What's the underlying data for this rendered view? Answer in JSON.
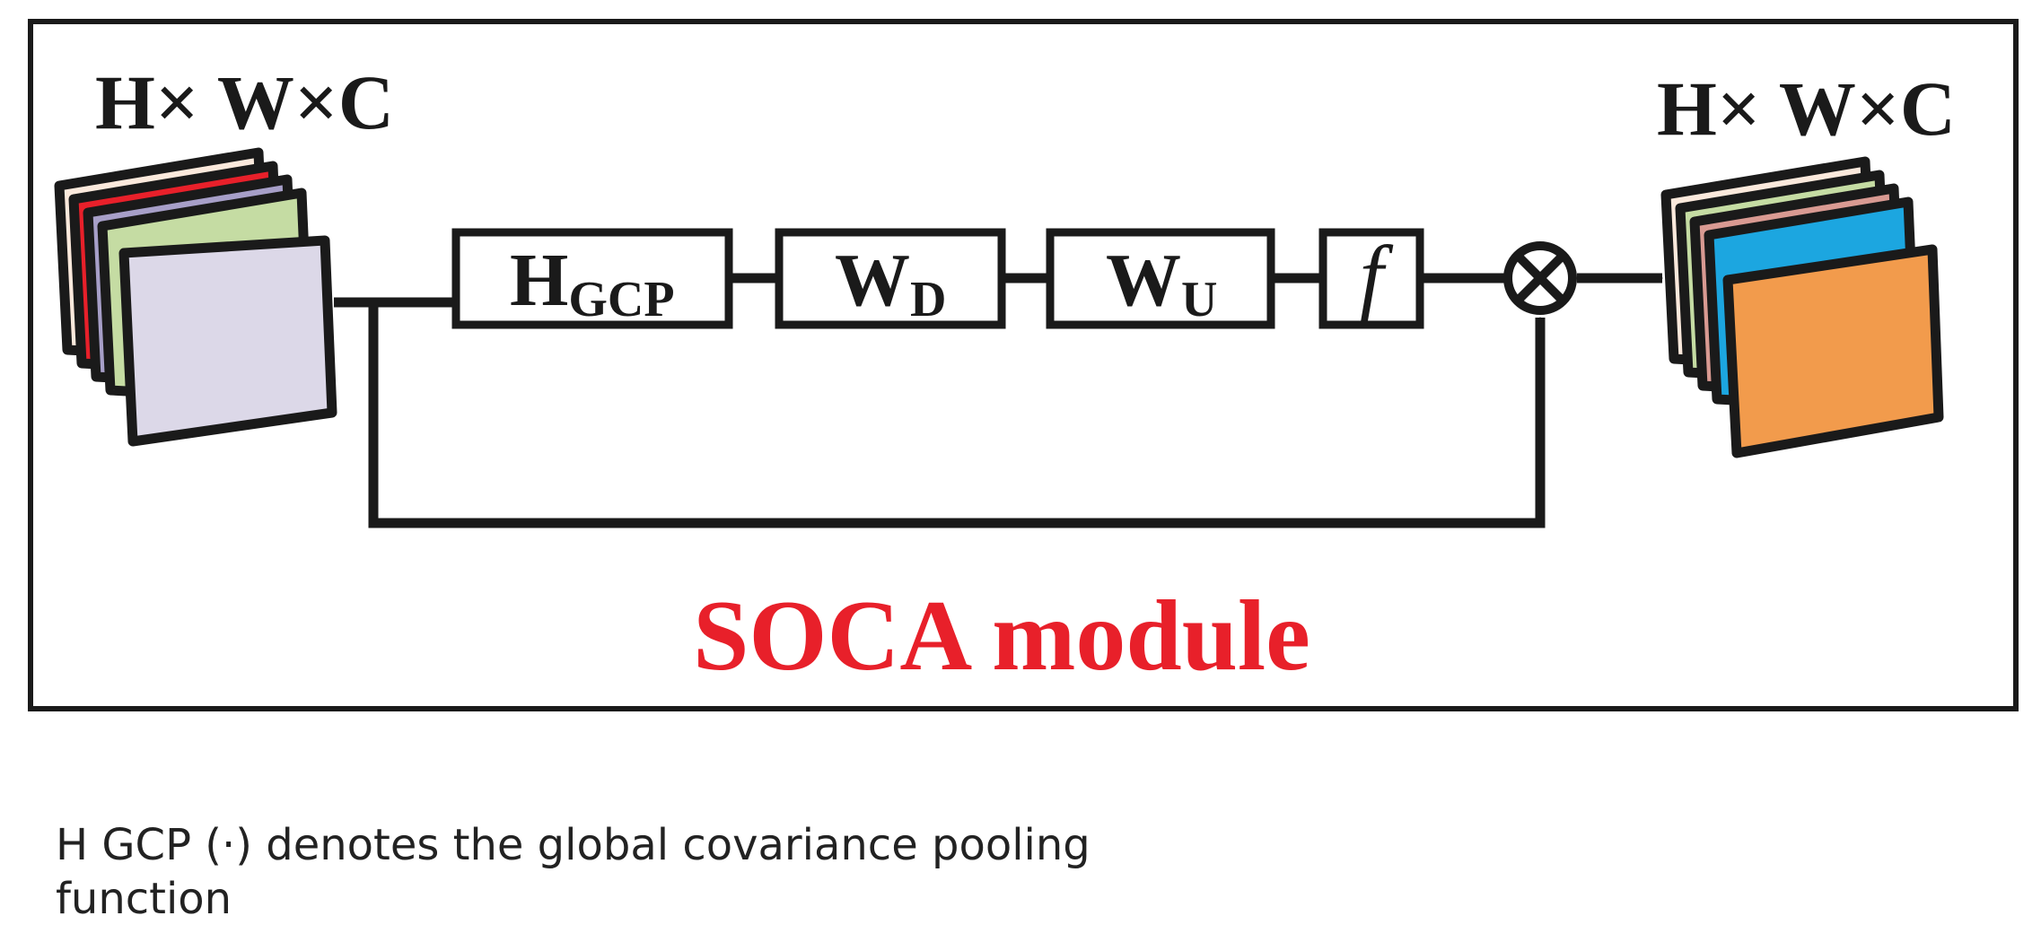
{
  "diagram": {
    "input_dims": "H× W×C",
    "output_dims": "H× W×C",
    "blocks": [
      {
        "main": "H",
        "sub": "GCP"
      },
      {
        "main": "W",
        "sub": "D"
      },
      {
        "main": "W",
        "sub": "U"
      },
      {
        "main": "f",
        "sub": ""
      }
    ],
    "multiply_symbol": "⊗",
    "module_title": "SOCA module",
    "colors": {
      "title": "#e8202a",
      "stroke": "#1a1a1a",
      "input_layers": [
        "#fbe9dc",
        "#e8202a",
        "#a79fc8",
        "#c5dca3",
        "#dcd8e8"
      ],
      "output_layers": [
        "#fbe9dc",
        "#c5dca3",
        "#d99a92",
        "#1ca6e0",
        "#f29b4c"
      ]
    }
  },
  "caption": "H GCP (·) denotes the global covariance pooling function"
}
